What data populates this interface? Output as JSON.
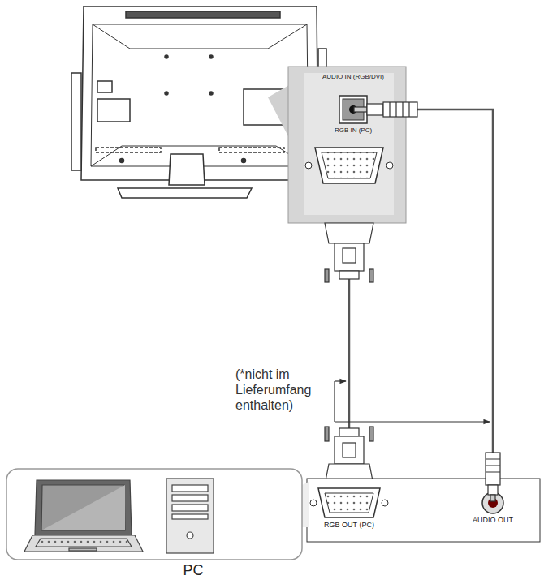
{
  "diagram": {
    "nodes": [
      {
        "text": [
          "AUDIO IN (RGB/DVI)",
          "RGB IN (PC)"
        ]
      },
      {
        "text": [
          "PC"
        ]
      },
      {
        "text": [
          "RGB OUT (PC)",
          "AUDIO OUT"
        ]
      }
    ],
    "edges": [
      {
        "from": 0,
        "to": 2,
        "arrow": "none"
      },
      {
        "from": 0,
        "to": 2,
        "arrow": "none"
      }
    ],
    "labels": [
      "(*nicht im Lieferumfang enthalten)"
    ]
  }
}
